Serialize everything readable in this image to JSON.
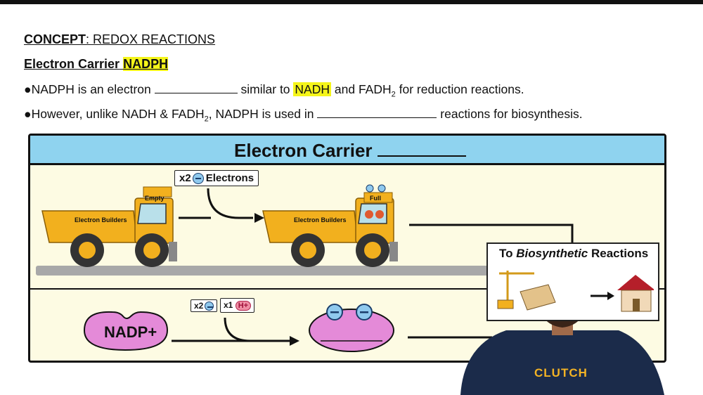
{
  "header": {
    "concept_label": "CONCEPT",
    "concept_topic": ": REDOX REACTIONS",
    "subtitle_prefix": "Electron Carrier",
    "subtitle_highlight": "NADPH"
  },
  "bullets": {
    "b1_part1": "●NADPH is an electron",
    "b1_part2": "similar to",
    "b1_nadh": "NADH",
    "b1_part3": "and FADH",
    "b1_sub": "2",
    "b1_part4": "for reduction reactions.",
    "b2_part1": "●However, unlike NADH & FADH",
    "b2_sub": "2",
    "b2_part2": ", NADPH is used in",
    "b2_part3": "reactions for biosynthesis."
  },
  "diagram": {
    "title": "Electron Carrier",
    "electrons_prefix": "x2",
    "electrons_label": "Electrons",
    "truck1_sign": "Empty",
    "truck1_body": "Electron Builders",
    "truck2_sign": "Full",
    "truck2_body": "Electron Builders",
    "nadp_label": "NADP+",
    "x2_label": "x2",
    "x1_label": "x1",
    "h_label": "H+",
    "biosyn_prefix": "To ",
    "biosyn_italic": "Biosynthetic",
    "biosyn_suffix": " Reactions"
  },
  "presenter": {
    "shirt_logo": "CLUTCH"
  },
  "colors": {
    "highlight": "#f5f51a",
    "header_blue": "#8fd3ef",
    "panel_bg": "#fdfbe3",
    "truck_yellow": "#f2b01e",
    "nadp_pink": "#e48ad8",
    "electron_blue": "#8fc9ee"
  }
}
